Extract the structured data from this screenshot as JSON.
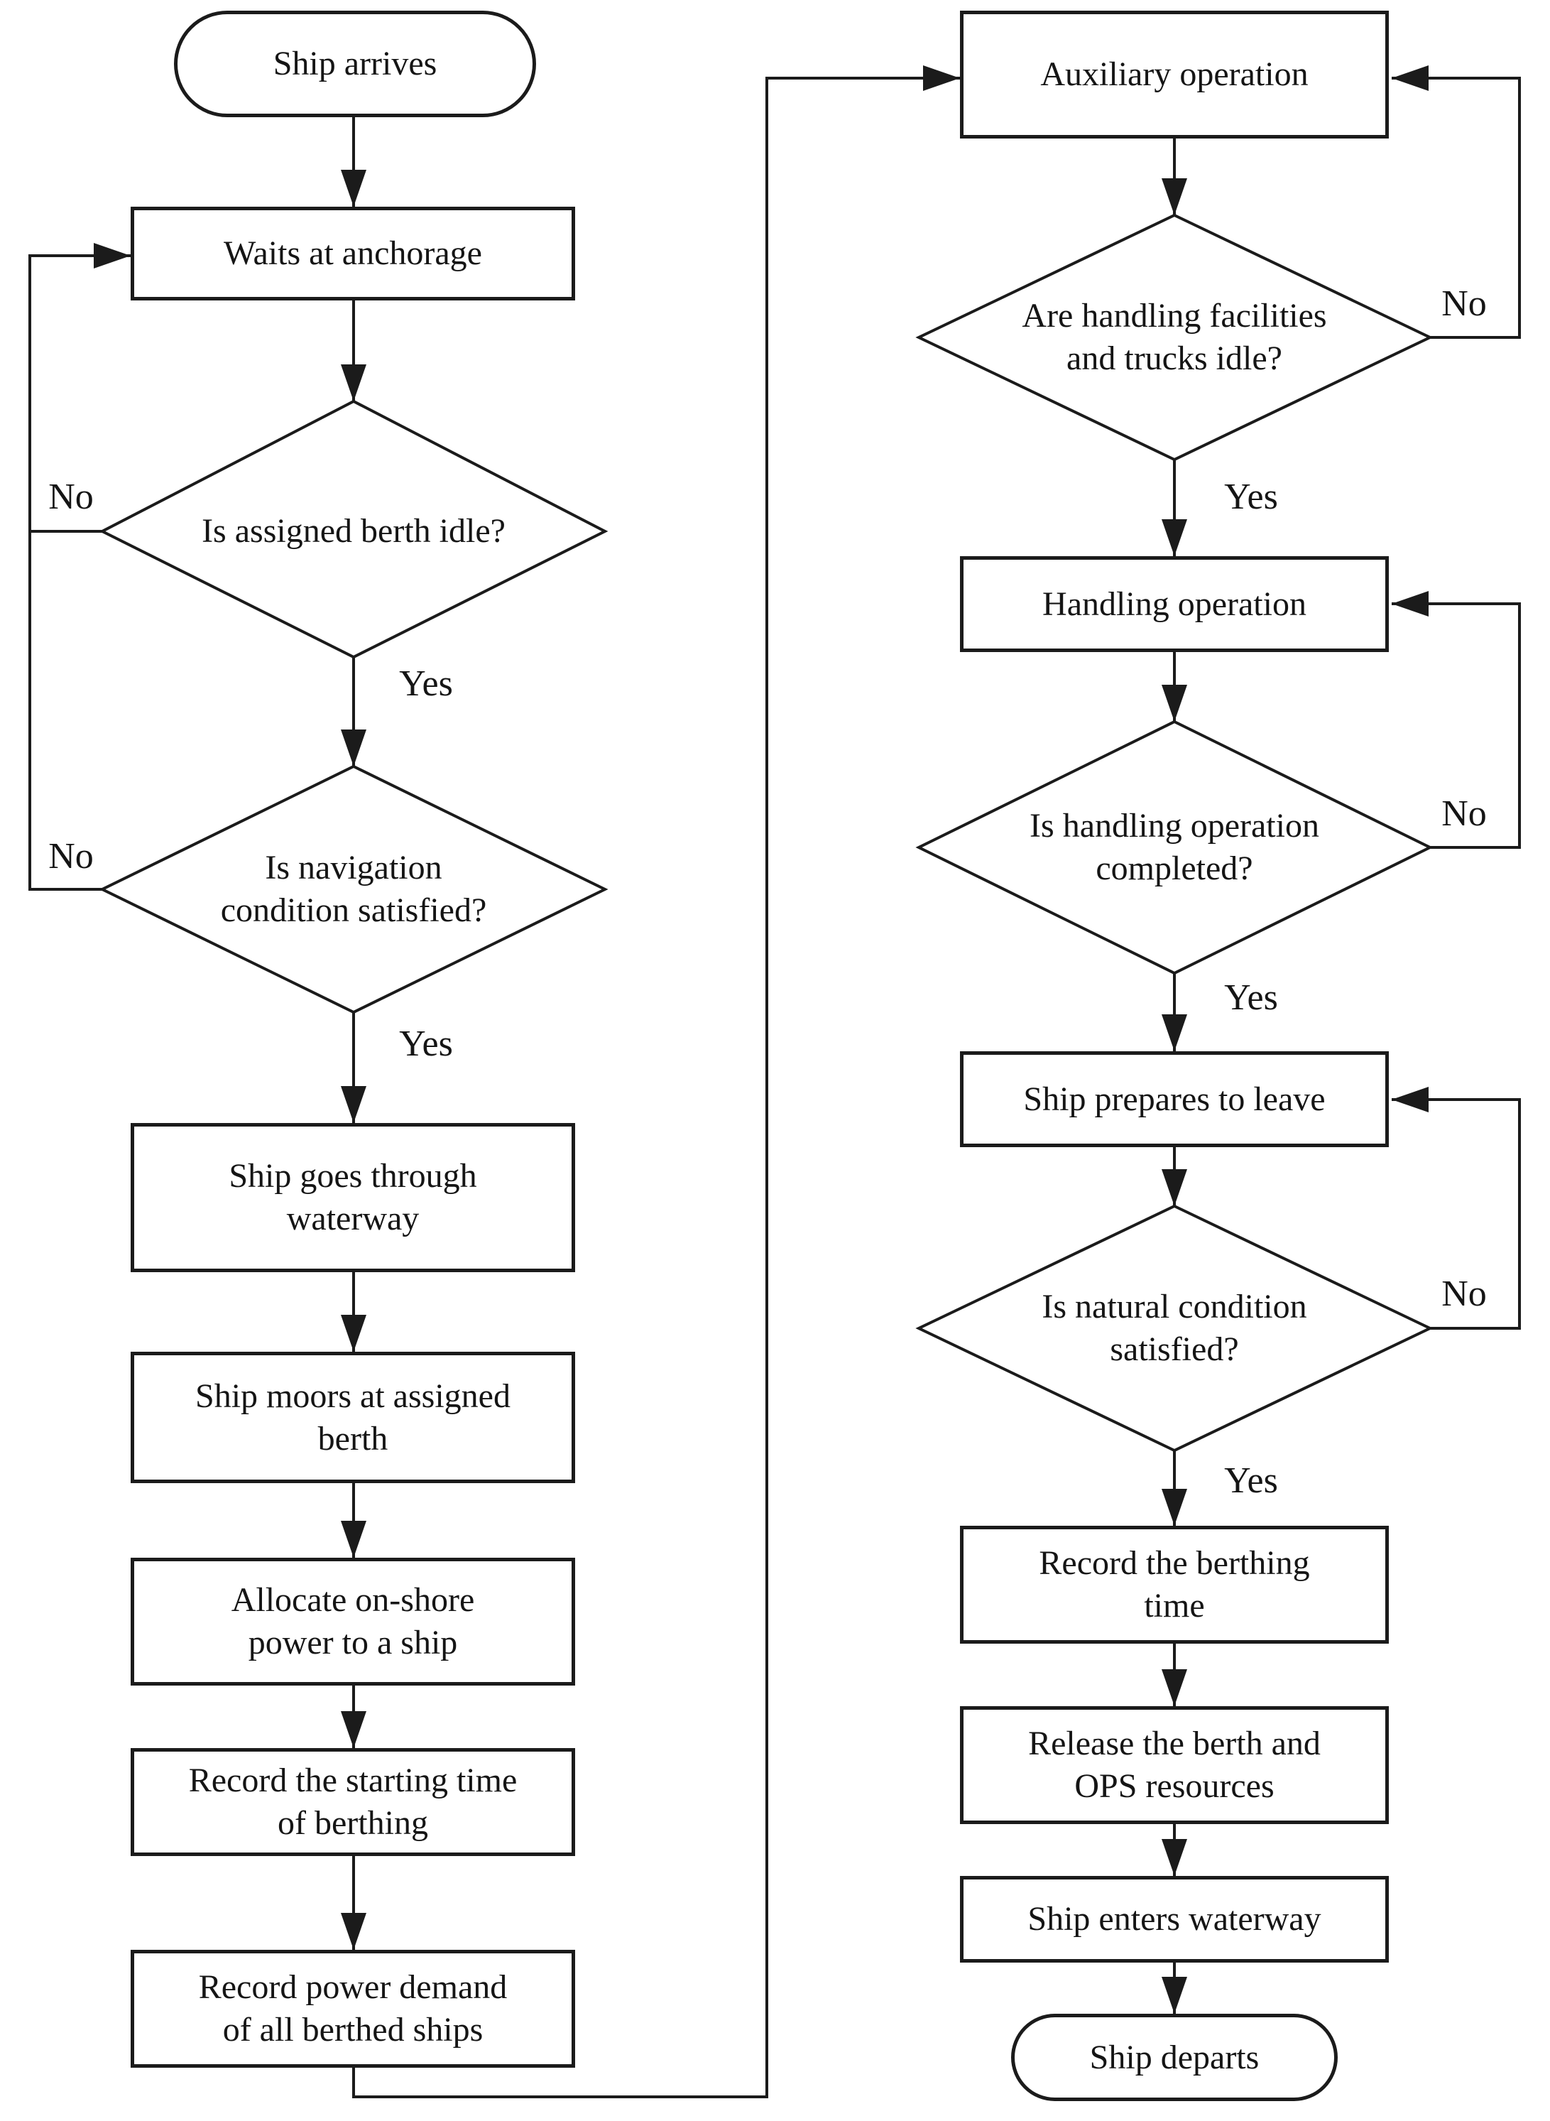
{
  "colors": {
    "line": "#1b1b1b",
    "background": "#ffffff"
  },
  "labels": {
    "yes": "Yes",
    "no": "No"
  },
  "left": {
    "ship_arrives": "Ship arrives",
    "waits_at_anchorage": "Waits at anchorage",
    "is_assigned_berth_idle": "Is assigned berth idle?",
    "is_navigation_condition_satisfied": "Is navigation\ncondition satisfied?",
    "ship_goes_through_waterway": "Ship goes through\nwaterway",
    "ship_moors_at_assigned_berth": "Ship moors at assigned\nberth",
    "allocate_on_shore_power": "Allocate on-shore\npower to a ship",
    "record_starting_time": "Record the starting time\nof berthing",
    "record_power_demand": "Record power demand\nof all berthed ships"
  },
  "right": {
    "auxiliary_operation": "Auxiliary operation",
    "are_handling_facilities_and_trucks_idle": "Are handling facilities\nand trucks idle?",
    "handling_operation": "Handling operation",
    "is_handling_operation_completed": "Is handling operation\ncompleted?",
    "ship_prepares_to_leave": "Ship prepares to leave",
    "is_natural_condition_satisfied": "Is natural condition\nsatisfied?",
    "record_berthing_time": "Record the berthing\ntime",
    "release_berth_and_ops": "Release the berth and\nOPS resources",
    "ship_enters_waterway": "Ship enters waterway",
    "ship_departs": "Ship departs"
  }
}
